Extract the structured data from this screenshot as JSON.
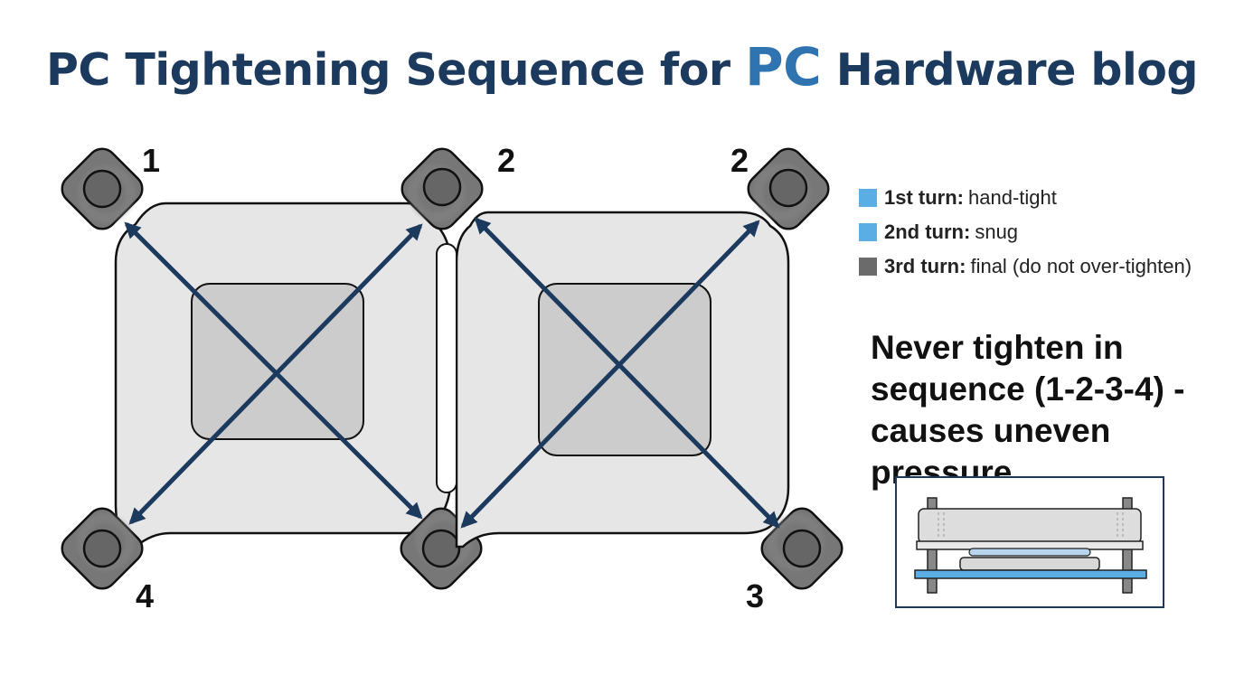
{
  "title": {
    "part1": "PC Tightening Sequence",
    "part2": "for",
    "part3": "PC",
    "part4": "Hardware blog"
  },
  "diagram": {
    "left_bracket": {
      "labels": [
        "1",
        "2",
        "4"
      ]
    },
    "right_bracket": {
      "labels": [
        "2",
        "3"
      ]
    }
  },
  "legend": [
    {
      "term": "1st turn:",
      "desc": "hand-tight",
      "color": "#5aaee4"
    },
    {
      "term": "2nd turn:",
      "desc": "snug",
      "color": "#5aaee4"
    },
    {
      "term": "3rd turn:",
      "desc": "final (do not over-tighten)",
      "color": "#6b6b6b"
    }
  ],
  "warning": {
    "line1": "Never tighten in",
    "line2": "sequence (1-2-3-4) -",
    "line3": "causes uneven pressure"
  },
  "colors": {
    "arrow": "#1b3a5e",
    "plate": "#e6e6e6",
    "plate_center": "#cccccc",
    "screw": "#6e6e6e",
    "title": "#1b3a5e",
    "title_accent": "#2f74b0",
    "board": "#5aaee4"
  }
}
